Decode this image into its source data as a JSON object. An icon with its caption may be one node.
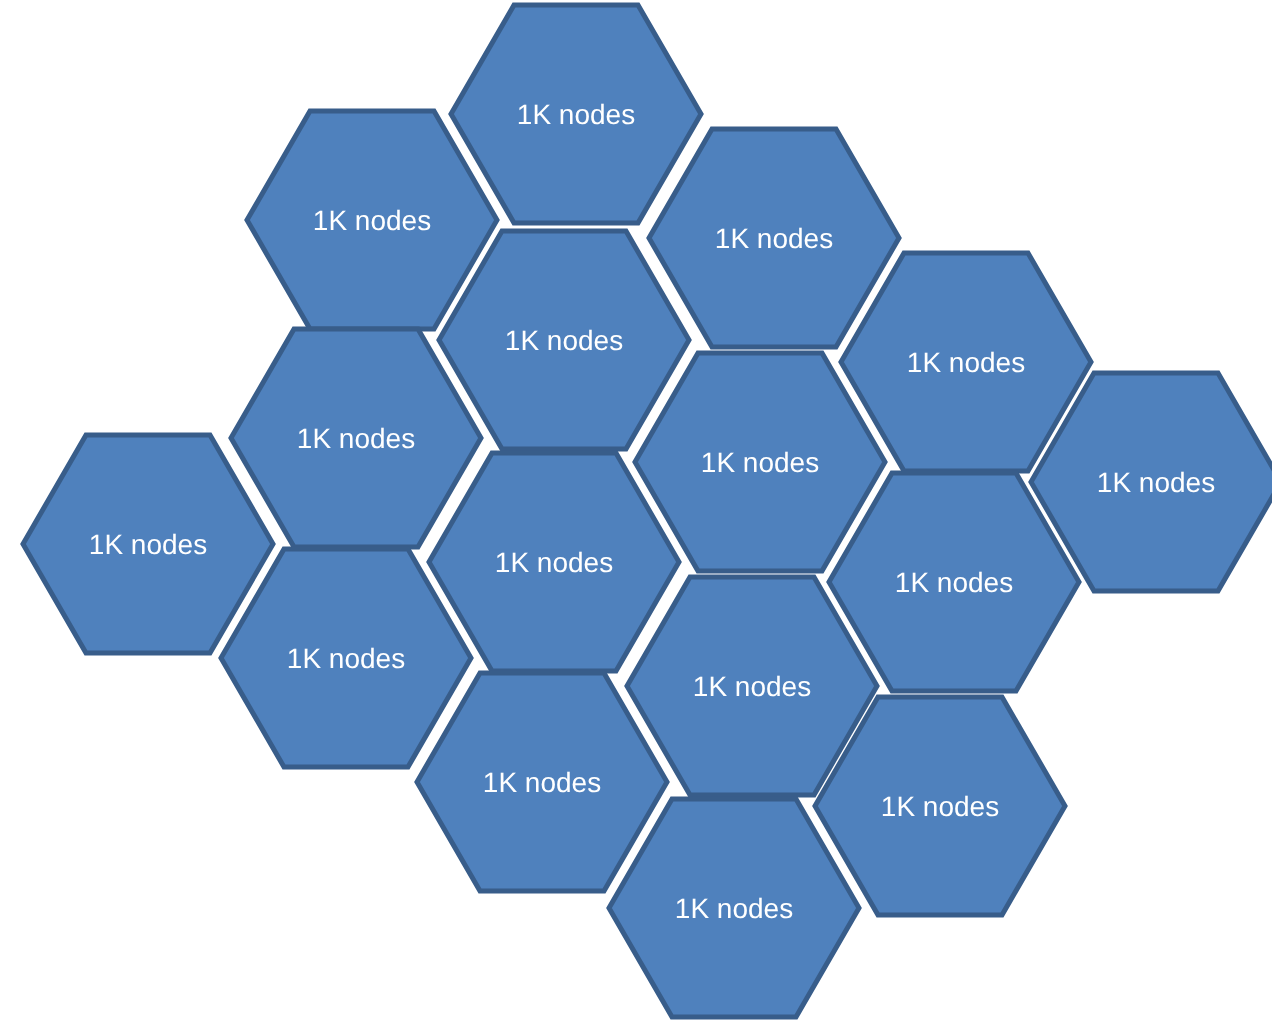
{
  "diagram": {
    "nodes": [
      {
        "text": [
          "1K nodes"
        ]
      },
      {
        "text": [
          "1K nodes"
        ]
      },
      {
        "text": [
          "1K nodes"
        ]
      },
      {
        "text": [
          "1K nodes"
        ]
      },
      {
        "text": [
          "1K nodes"
        ]
      },
      {
        "text": [
          "1K nodes"
        ]
      },
      {
        "text": [
          "1K nodes"
        ]
      },
      {
        "text": [
          "1K nodes"
        ]
      },
      {
        "text": [
          "1K nodes"
        ]
      },
      {
        "text": [
          "1K nodes"
        ]
      },
      {
        "text": [
          "1K nodes"
        ]
      },
      {
        "text": [
          "1K nodes"
        ]
      },
      {
        "text": [
          "1K nodes"
        ]
      },
      {
        "text": [
          "1K nodes"
        ]
      },
      {
        "text": [
          "1K nodes"
        ]
      },
      {
        "text": [
          "1K nodes"
        ]
      }
    ]
  }
}
